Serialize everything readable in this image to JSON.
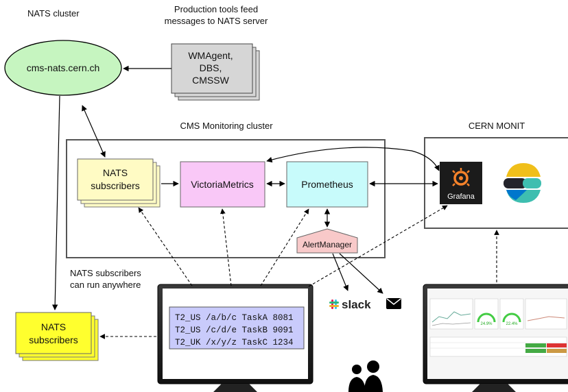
{
  "headings": {
    "nats_cluster": "NATS cluster",
    "producers_caption_1": "Production tools feed",
    "producers_caption_2": "messages to NATS server",
    "cms_cluster": "CMS Monitoring cluster",
    "cern_monit": "CERN MONIT",
    "anywhere_1": "NATS subscribers",
    "anywhere_2": "can run anywhere"
  },
  "nodes": {
    "nats_server": "cms-nats.cern.ch",
    "producers": [
      "WMAgent,",
      "DBS,",
      "CMSSW"
    ],
    "subscribers_inner": [
      "NATS",
      "subscribers"
    ],
    "victoriametrics": "VictoriaMetrics",
    "prometheus": "Prometheus",
    "alertmanager": "AlertManager",
    "subscribers_outer": [
      "NATS",
      "subscribers"
    ],
    "grafana": "Grafana",
    "slack": "slack"
  },
  "terminal_lines": [
    "T2_US /a/b/c TaskA 8081",
    "T2_US /c/d/e TaskB 9091",
    "T2_UK /x/y/z TaskC 1234"
  ],
  "dashboard_gauges": [
    "24.9%",
    "22.4%"
  ],
  "colors": {
    "nats_server": "#c6f5c0",
    "producers": "#d6d6d6",
    "subscribers_inner": "#fffbc4",
    "victoriametrics": "#f9c8f7",
    "prometheus": "#c8fbfb",
    "alertmanager": "#f8c9c9",
    "subscribers_outer": "#ffff2e",
    "terminal_screen": "#c9cbfb"
  },
  "icons": [
    "grafana-icon",
    "elastic-icon",
    "slack-icon",
    "mail-icon",
    "users-icon"
  ]
}
